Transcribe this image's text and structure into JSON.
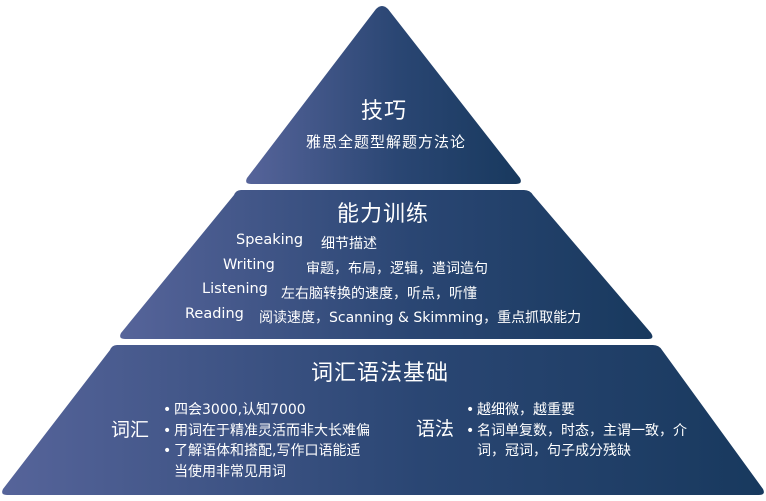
{
  "tiers": {
    "top": {
      "title": "技巧",
      "subtitle": "雅思全题型解题方法论"
    },
    "middle": {
      "title": "能力训练",
      "rows": [
        {
          "label": "Speaking",
          "desc": "细节描述"
        },
        {
          "label": "Writing",
          "desc": "审题，布局，逻辑，遣词造句"
        },
        {
          "label": "Listening",
          "desc": "左右脑转换的速度，听点，听懂"
        },
        {
          "label": "Reading",
          "desc": "阅读速度，Scanning & Skimming，重点抓取能力"
        }
      ]
    },
    "bottom": {
      "title": "词汇语法基础",
      "vocab": {
        "label": "词汇",
        "bullets": [
          "四会3000,认知7000",
          "用词在于精准灵活而非大长难偏",
          "了解语体和搭配,写作口语能适",
          "当使用非常见用词"
        ]
      },
      "grammar": {
        "label": "语法",
        "bullets": [
          "越细微，越重要",
          "名词单复数，时态，主谓一致，介",
          "词，冠词，句子成分残缺"
        ]
      }
    }
  },
  "colors": {
    "tier_fill_left": "#56649a",
    "tier_fill_right": "#18395e",
    "text": "#ffffff"
  }
}
